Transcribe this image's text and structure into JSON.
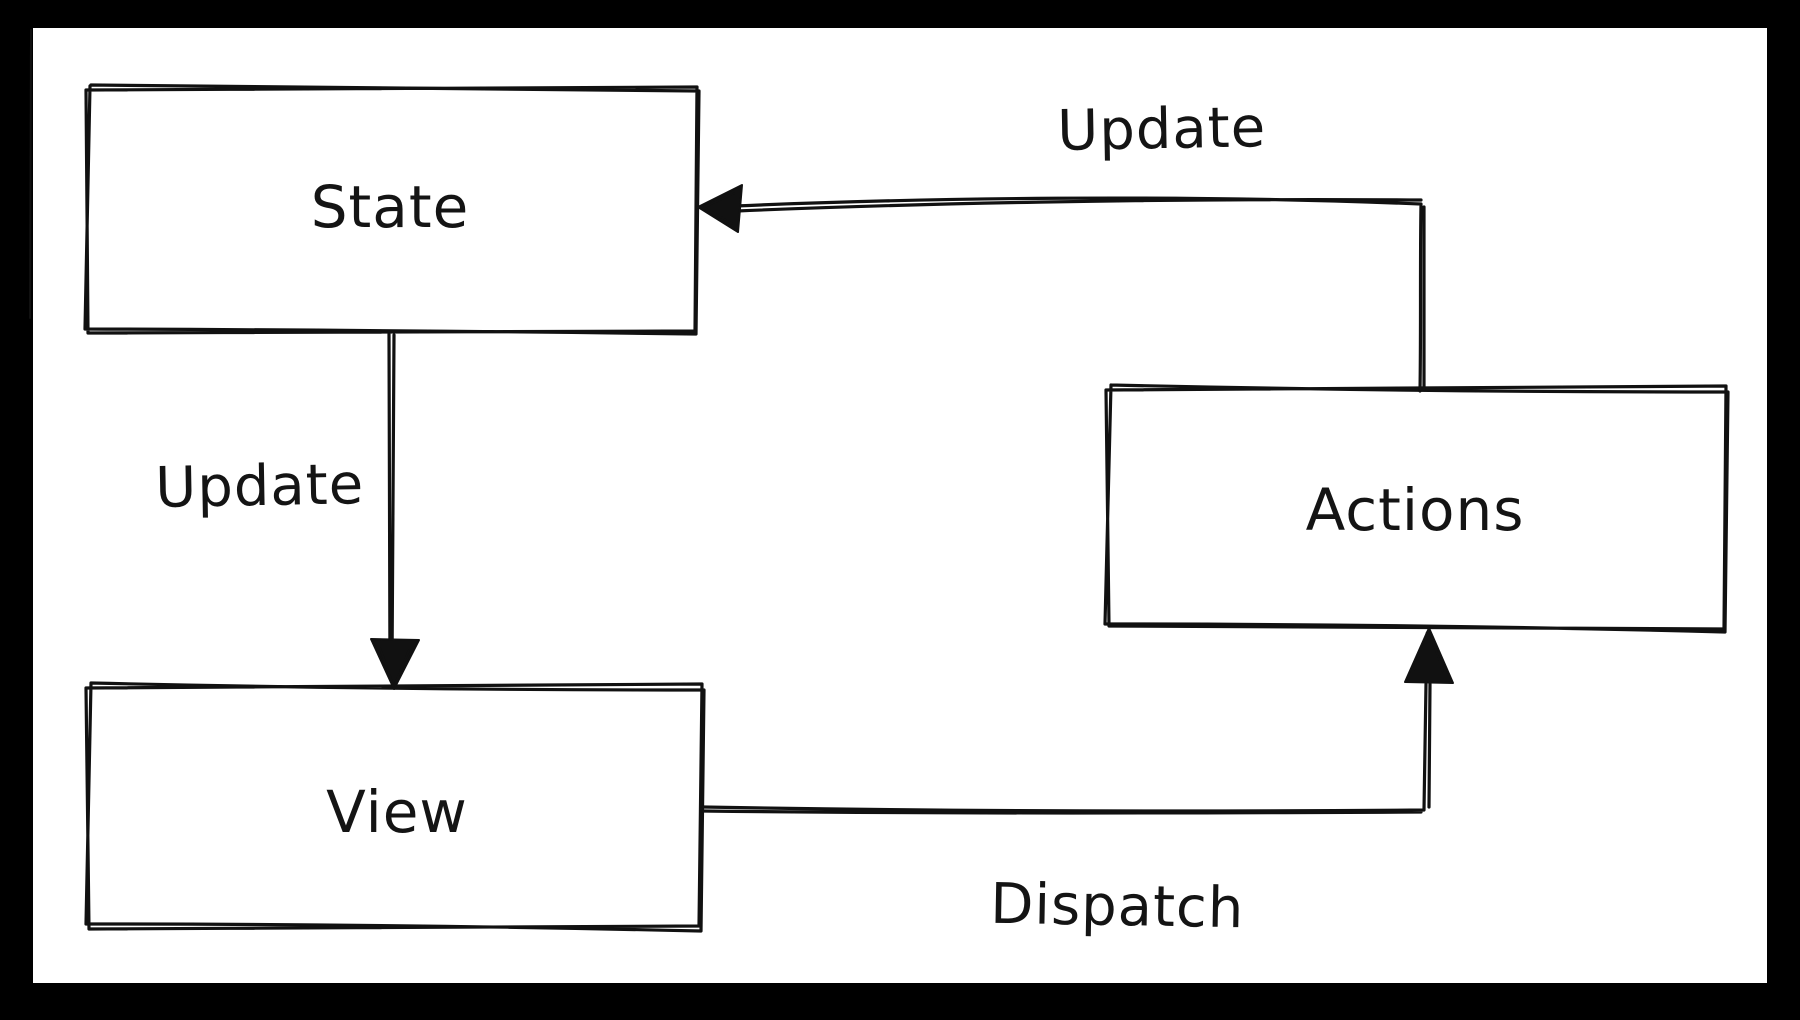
{
  "diagram": {
    "type": "flow-diagram",
    "style": "hand-drawn",
    "colors": {
      "frame": "#000000",
      "canvas": "#ffffff",
      "stroke": "#111111",
      "text": "#141414"
    },
    "nodes": {
      "state": {
        "label": "State"
      },
      "actions": {
        "label": "Actions"
      },
      "view": {
        "label": "View"
      }
    },
    "edges": {
      "actions_to_state": {
        "label": "Update",
        "from": "Actions",
        "to": "State"
      },
      "state_to_view": {
        "label": "Update",
        "from": "State",
        "to": "View"
      },
      "view_to_actions": {
        "label": "Dispatch",
        "from": "View",
        "to": "Actions"
      }
    }
  }
}
